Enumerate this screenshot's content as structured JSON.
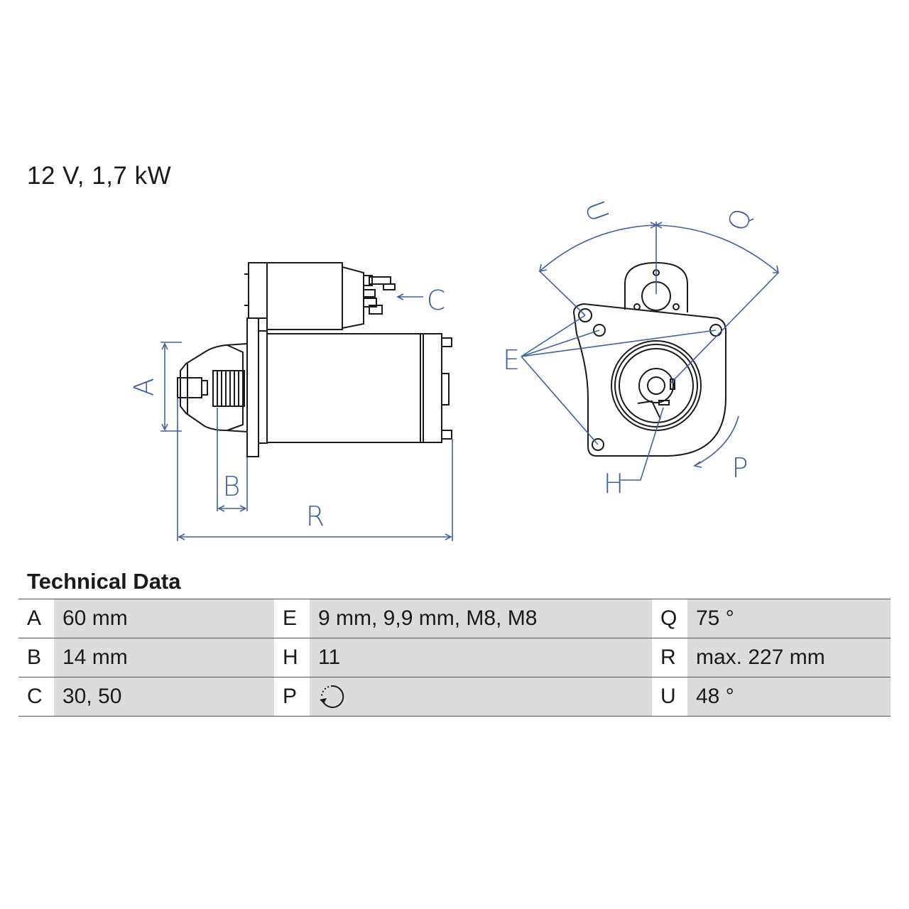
{
  "title": "12 V, 1,7 kW",
  "drawing": {
    "labels": {
      "a": "A",
      "b": "B",
      "c": "C",
      "e": "E",
      "h": "H",
      "p": "P",
      "q": "Q",
      "r": "R",
      "u": "U"
    },
    "line_color": "#1a1a1a",
    "dimension_color": "#4060a0"
  },
  "technical_data": {
    "heading": "Technical Data",
    "rows": [
      [
        {
          "key": "A",
          "value": "60 mm"
        },
        {
          "key": "E",
          "value": "9 mm, 9,9 mm, M8, M8"
        },
        {
          "key": "Q",
          "value": "75 °"
        }
      ],
      [
        {
          "key": "B",
          "value": "14 mm"
        },
        {
          "key": "H",
          "value": "11"
        },
        {
          "key": "R",
          "value": "max. 227 mm"
        }
      ],
      [
        {
          "key": "C",
          "value": "30, 50"
        },
        {
          "key": "P",
          "value": "",
          "icon": "rotation-direction-icon"
        },
        {
          "key": "U",
          "value": "48 °"
        }
      ]
    ]
  }
}
